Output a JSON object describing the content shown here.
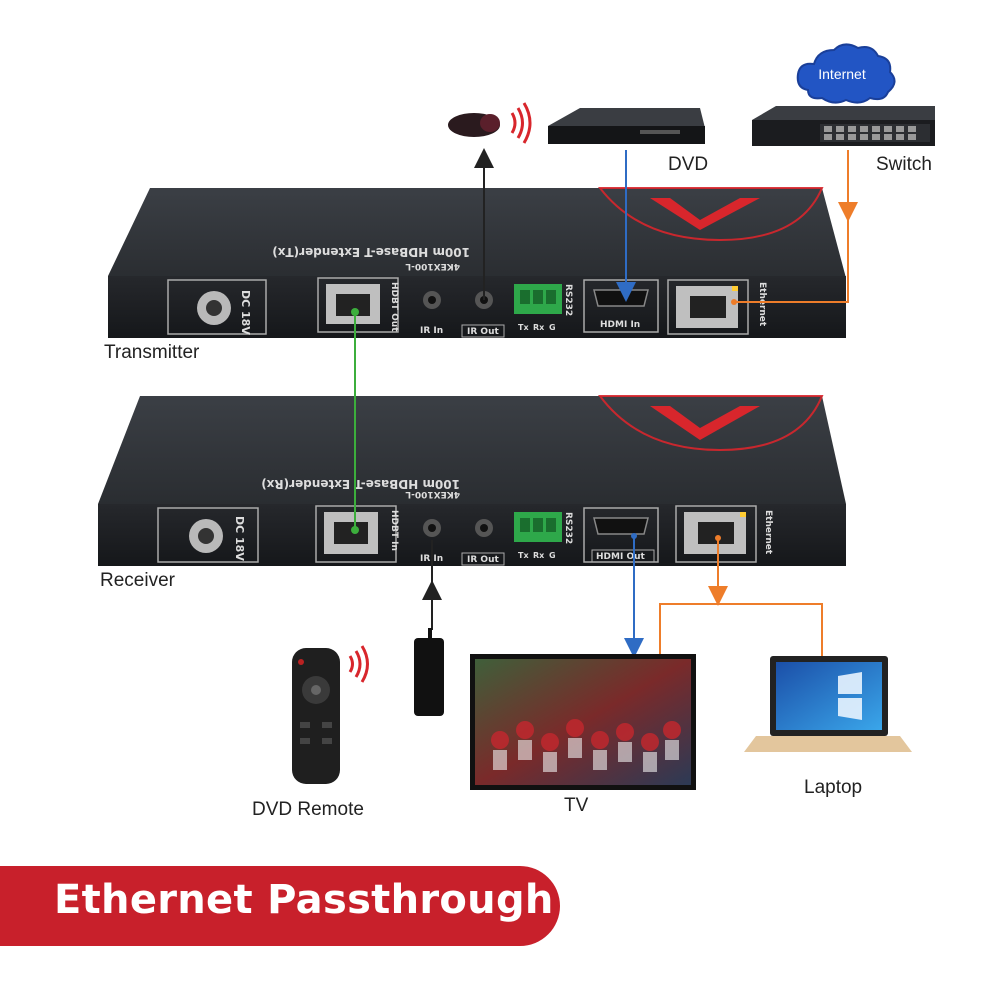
{
  "labels": {
    "internet": "Internet",
    "dvd": "DVD",
    "switch": "Switch",
    "transmitter": "Transmitter",
    "receiver": "Receiver",
    "dvd_remote": "DVD Remote",
    "tv": "TV",
    "laptop": "Laptop"
  },
  "transmitter": {
    "top_text": "100m HDBase-T Extender(Tx)",
    "model": "4KEX100-L",
    "ports": {
      "dc": "DC 18V",
      "hdbt": "HDBT Out",
      "ir_in": "IR In",
      "ir_out": "IR Out",
      "rs232": "RS232",
      "tx": "Tx",
      "rx": "Rx",
      "g": "G",
      "hdmi": "HDMI In",
      "ethernet": "Ethernet"
    }
  },
  "receiver": {
    "top_text": "100m HDBase-T Extender(Rx)",
    "model": "4KEX100-L",
    "ports": {
      "dc": "DC 18V",
      "hdbt": "HDBT In",
      "ir_in": "IR In",
      "ir_out": "IR Out",
      "rs232": "RS232",
      "tx": "Tx",
      "rx": "Rx",
      "g": "G",
      "hdmi": "HDMI Out",
      "ethernet": "Ethernet"
    }
  },
  "banner": "Ethernet Passthrough",
  "colors": {
    "hdbt_link": "#3cae3c",
    "hdmi_link": "#2f6cc4",
    "ethernet_link": "#ee7d2a",
    "ir_link": "#222222",
    "banner_bg": "#c8202b",
    "device_body": "#2b2e33",
    "brand_red": "#d8262c"
  }
}
